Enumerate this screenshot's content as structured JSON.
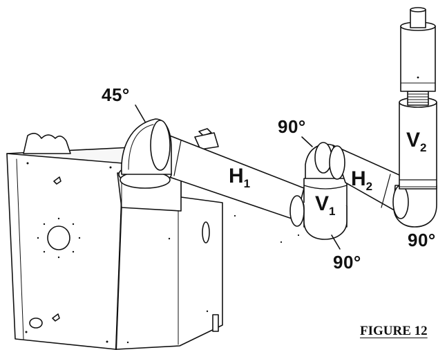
{
  "labels": {
    "elbow_top_left": "45°",
    "elbow_mid_top": "90°",
    "elbow_mid_bottom": "90°",
    "elbow_right_bottom": "90°",
    "h1": {
      "letter": "H",
      "sub": "1"
    },
    "v1": {
      "letter": "V",
      "sub": "1"
    },
    "h2": {
      "letter": "H",
      "sub": "2"
    },
    "v2": {
      "letter": "V",
      "sub": "2"
    }
  },
  "caption": "FIGURE 12",
  "colors": {
    "line": "#111111",
    "fill": "#ffffff",
    "shade": "#d9d9d9"
  }
}
